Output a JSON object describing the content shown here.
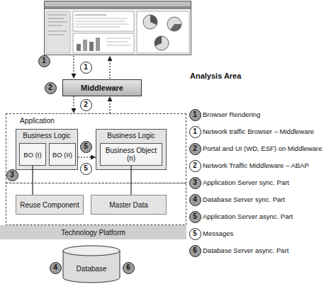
{
  "diagram": {
    "nodes": [
      {
        "text": [
          "Middleware"
        ]
      },
      {
        "text": [
          "Application"
        ]
      },
      {
        "text": [
          "Business Logic"
        ],
        "in": 1
      },
      {
        "text": [
          "BO (I)"
        ],
        "in": 2
      },
      {
        "text": [
          "BO (II)"
        ],
        "in": 2
      },
      {
        "text": [
          "Business Logic"
        ],
        "in": 1
      },
      {
        "text": [
          "Business Object (n)"
        ],
        "in": 5
      },
      {
        "text": [
          "Reuse Component"
        ]
      },
      {
        "text": [
          "Master Data"
        ]
      },
      {
        "text": [
          "Technology Platform"
        ]
      },
      {
        "text": [
          "Database"
        ]
      }
    ],
    "edges": [
      {
        "from": 0,
        "to": 1,
        "arrow": "to"
      },
      {
        "from": 1,
        "to": 0,
        "arrow": "to"
      },
      {
        "from": 2,
        "to": 5,
        "arrow": "to"
      },
      {
        "from": 3,
        "to": 7,
        "arrow": "none"
      },
      {
        "from": 6,
        "to": 8,
        "arrow": "none"
      }
    ],
    "labels": [
      "1",
      "1",
      "2",
      "2",
      "3",
      "5",
      "5",
      "4",
      "6",
      "Analysis Area",
      "1",
      "1",
      "2",
      "2",
      "3",
      "4",
      "5",
      "5",
      "6"
    ],
    "legend": [
      {
        "text": "Browser Rendering"
      },
      {
        "text": "Network traffic Browser – Middleware"
      },
      {
        "text": "Portal and UI (WD, ESF) on Middleware"
      },
      {
        "text": "Network Traffic Middleware – ABAP"
      },
      {
        "text": "Application Server sync. Part"
      },
      {
        "text": "Database Server sync. Part"
      },
      {
        "text": "Application Server async. Part"
      },
      {
        "text": "Messages"
      },
      {
        "text": "Database Server async. Part"
      }
    ]
  }
}
